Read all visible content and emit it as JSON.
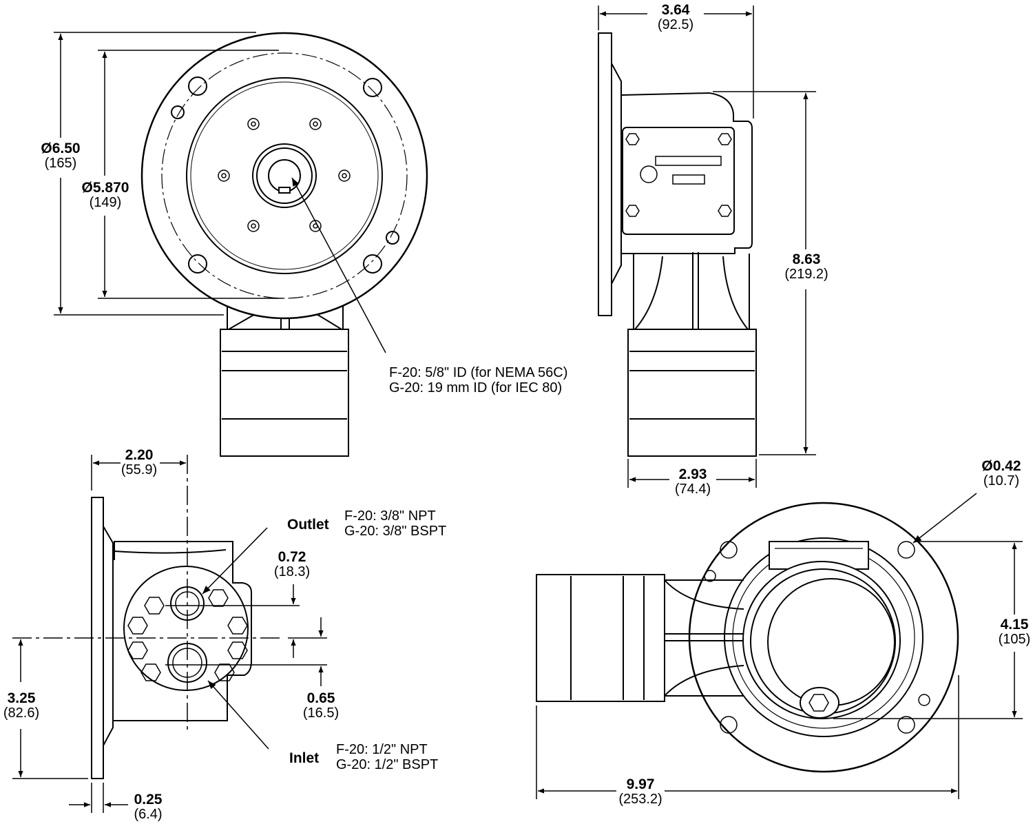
{
  "dimensions": {
    "flange_od": {
      "value": "Ø6.50",
      "metric": "(165)"
    },
    "pilot_od": {
      "value": "Ø5.870",
      "metric": "(149)"
    },
    "side_width": {
      "value": "3.64",
      "metric": "(92.5)"
    },
    "height": {
      "value": "8.63",
      "metric": "(219.2)"
    },
    "pump_width": {
      "value": "2.93",
      "metric": "(74.4)"
    },
    "flange_to_center": {
      "value": "2.20",
      "metric": "(55.9)"
    },
    "outlet_offset": {
      "value": "0.72",
      "metric": "(18.3)"
    },
    "inlet_offset": {
      "value": "0.65",
      "metric": "(16.5)"
    },
    "base_to_center": {
      "value": "3.25",
      "metric": "(82.6)"
    },
    "flange_thickness": {
      "value": "0.25",
      "metric": "(6.4)"
    },
    "hole_dia": {
      "value": "Ø0.42",
      "metric": "(10.7)"
    },
    "bolt_span": {
      "value": "4.15",
      "metric": "(105)"
    },
    "overall_length": {
      "value": "9.97",
      "metric": "(253.2)"
    }
  },
  "notes": {
    "bore": {
      "line1": "F-20: 5/8\" ID (for NEMA 56C)",
      "line2": "G-20: 19 mm ID (for IEC 80)"
    },
    "outlet": {
      "label": "Outlet",
      "line1": "F-20: 3/8\" NPT",
      "line2": "G-20: 3/8\" BSPT"
    },
    "inlet": {
      "label": "Inlet",
      "line1": "F-20: 1/2\" NPT",
      "line2": "G-20: 1/2\" BSPT"
    }
  },
  "colors": {
    "ink": "#000000",
    "paper": "#ffffff"
  }
}
